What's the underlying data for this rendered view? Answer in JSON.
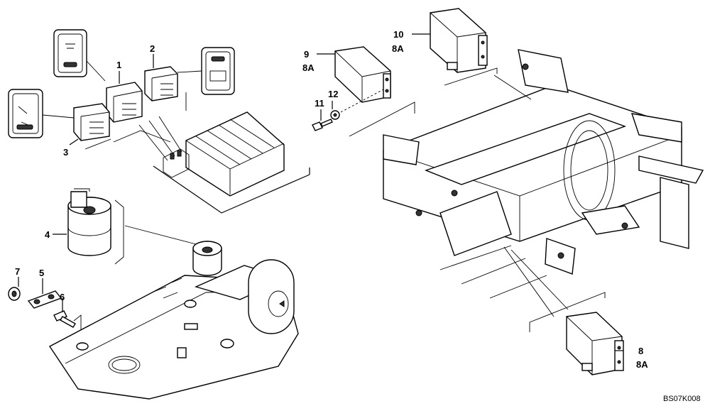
{
  "callouts": [
    {
      "id": "1",
      "text": "1"
    },
    {
      "id": "2",
      "text": "2"
    },
    {
      "id": "3",
      "text": "3"
    },
    {
      "id": "4",
      "text": "4"
    },
    {
      "id": "5",
      "text": "5"
    },
    {
      "id": "6",
      "text": "6"
    },
    {
      "id": "7",
      "text": "7"
    },
    {
      "id": "8",
      "text": "8"
    },
    {
      "id": "8A_a",
      "text": "8A"
    },
    {
      "id": "9",
      "text": "9"
    },
    {
      "id": "8A_b",
      "text": "8A"
    },
    {
      "id": "10",
      "text": "10"
    },
    {
      "id": "8A_c",
      "text": "8A"
    },
    {
      "id": "11",
      "text": "11"
    },
    {
      "id": "12",
      "text": "12"
    }
  ],
  "drawing_code": "BS07K008"
}
